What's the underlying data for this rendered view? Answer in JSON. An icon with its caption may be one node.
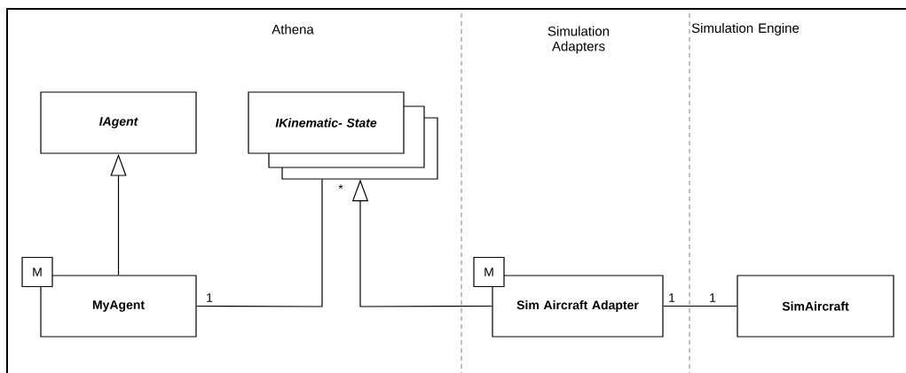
{
  "diagram": {
    "nodes": [
      {
        "text": [
          "IAgent"
        ]
      },
      {
        "text": [
          "IKinematic- State"
        ]
      },
      {
        "text": [
          "MyAgent"
        ],
        "beside": [
          "M"
        ]
      },
      {
        "text": [
          "Sim Aircraft Adapter"
        ],
        "beside": [
          "M"
        ]
      },
      {
        "text": [
          "SimAircraft"
        ]
      }
    ],
    "edges": [
      {
        "from": 2,
        "to": 0,
        "arrow": "to"
      },
      {
        "from": 2,
        "to": 1,
        "arrow": "none"
      },
      {
        "from": 3,
        "to": 1,
        "arrow": "to"
      },
      {
        "from": 3,
        "to": 4,
        "arrow": "none"
      }
    ],
    "labels": [
      "Athena",
      "Simulation Adapters",
      "Simulation Engine",
      "*",
      "1",
      "1",
      "1"
    ]
  }
}
